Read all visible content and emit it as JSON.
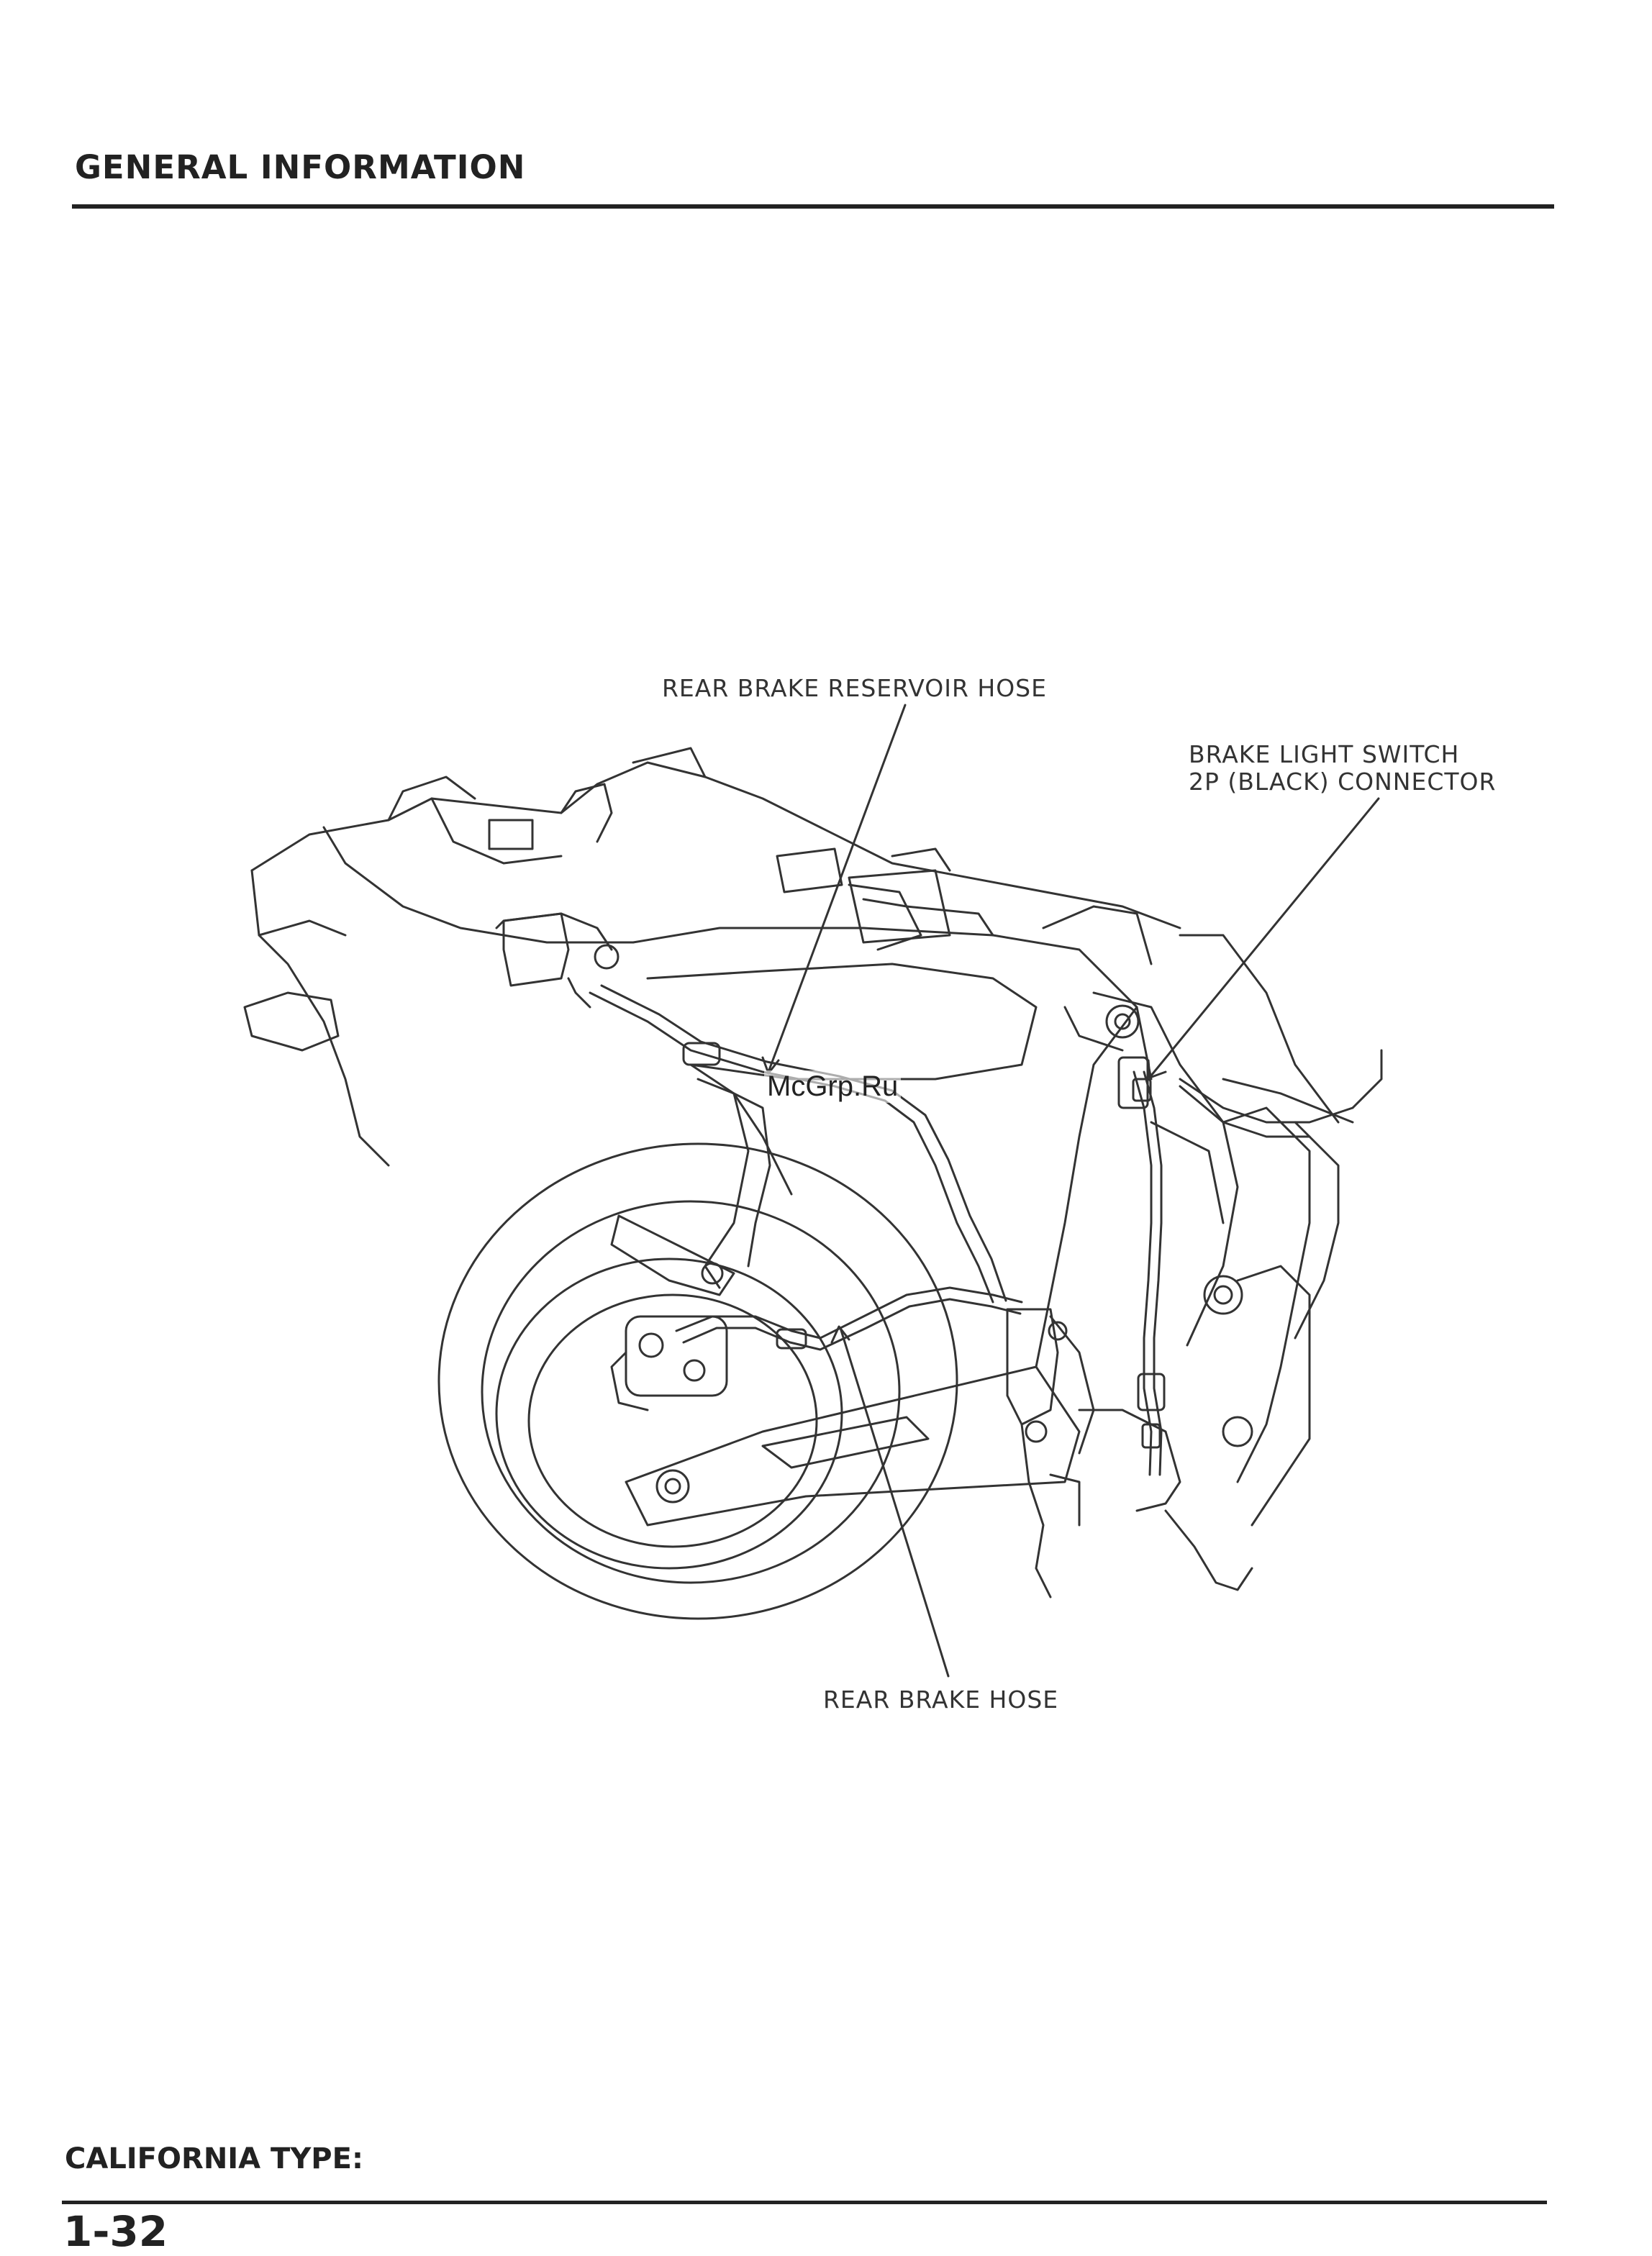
{
  "header": {
    "section_title": "GENERAL INFORMATION"
  },
  "figure": {
    "labels": {
      "reservoir_hose": "REAR BRAKE RESERVOIR HOSE",
      "switch_line1": "BRAKE LIGHT SWITCH",
      "switch_line2": "2P (BLACK) CONNECTOR",
      "brake_hose": "REAR BRAKE HOSE"
    },
    "watermark": "McGrp.Ru"
  },
  "footer": {
    "note": "CALIFORNIA TYPE:",
    "page_number": "1-32"
  }
}
